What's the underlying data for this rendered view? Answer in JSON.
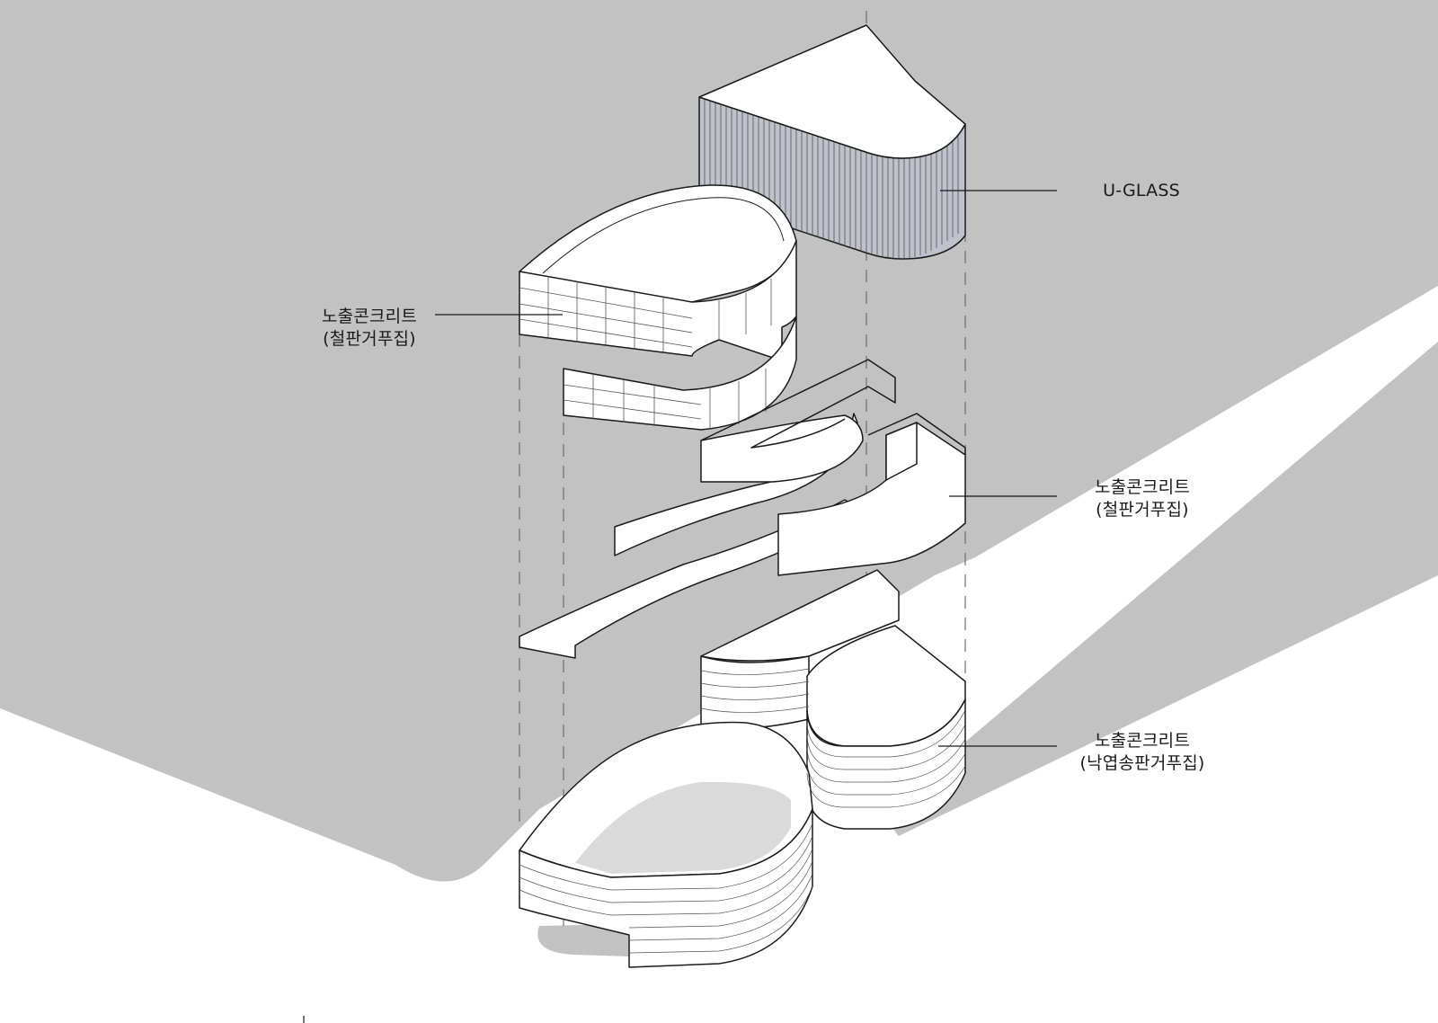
{
  "diagram": {
    "colors": {
      "background": "#ffffff",
      "shadow": "#c2c2c2",
      "inner_shadow": "#dadada",
      "glass": "#bfc1cb",
      "line": "#1a1a1a"
    },
    "labels": {
      "u_glass": {
        "line1": "U-GLASS"
      },
      "upper_concrete": {
        "line1": "노출콘크리트",
        "line2": "(철판거푸집)"
      },
      "middle_concrete": {
        "line1": "노출콘크리트",
        "line2": "(철판거푸집)"
      },
      "lower_concrete": {
        "line1": "노출콘크리트",
        "line2": "(낙엽송판거푸집)"
      }
    }
  }
}
